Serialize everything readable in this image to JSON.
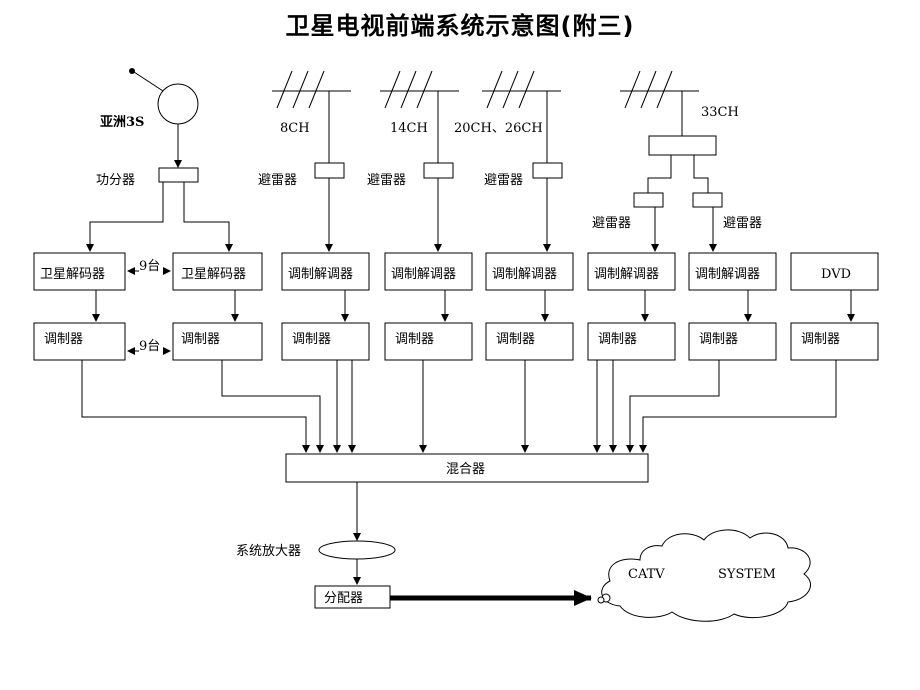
{
  "title": "卫星电视前端系统示意图(附三)",
  "satellite": {
    "label": "亚洲3S"
  },
  "splitter": {
    "label": "功分器"
  },
  "antennas": [
    {
      "channel": "8CH"
    },
    {
      "channel": "14CH"
    },
    {
      "channel": "20CH、26CH"
    },
    {
      "channel": "33CH"
    }
  ],
  "lightning_arrester": "避雷器",
  "receivers": {
    "satellite_decoder": "卫星解码器",
    "demodulator": "调制解调器",
    "dvd": "DVD",
    "count_note": "9台"
  },
  "modulator": "调制器",
  "mixer": "混合器",
  "amplifier": "系统放大器",
  "distributor": "分配器",
  "catv": {
    "left": "CATV",
    "right": "SYSTEM"
  }
}
